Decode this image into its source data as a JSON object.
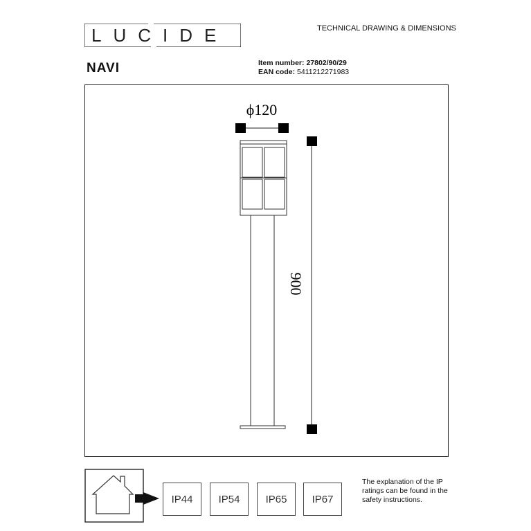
{
  "header": {
    "logo_text": "LUCIDE",
    "doc_title": "TECHNICAL DRAWING & DIMENSIONS"
  },
  "product": {
    "name": "NAVI",
    "item_label": "Item number:",
    "item_number": "27802/90/29",
    "ean_label": "EAN code:",
    "ean_code": "5411212271983"
  },
  "drawing": {
    "diameter_label": "ϕ120",
    "height_label": "900"
  },
  "ip": {
    "icon": "house-icon",
    "ratings": [
      "IP44",
      "IP54",
      "IP65",
      "IP67"
    ],
    "note": "The explanation of the IP ratings can be found in the safety instructions."
  }
}
